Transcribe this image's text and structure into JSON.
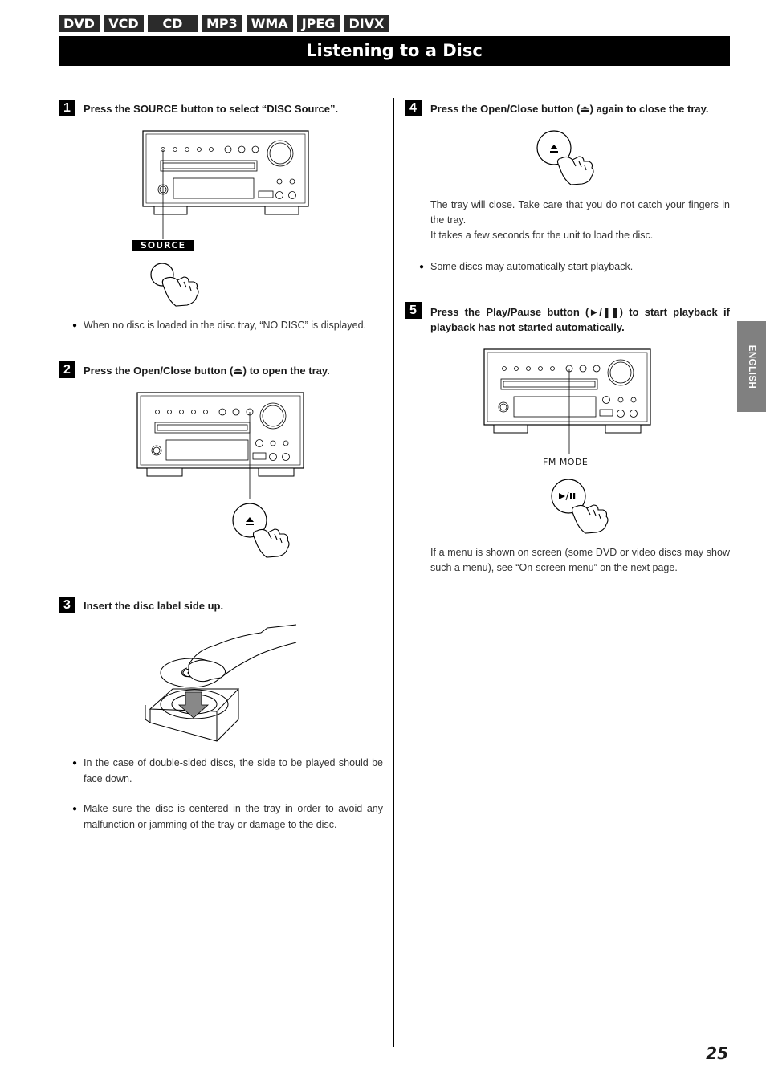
{
  "format_tabs": [
    "DVD",
    "VCD",
    "CD",
    "MP3",
    "WMA",
    "JPEG",
    "DIVX"
  ],
  "title": "Listening to a Disc",
  "steps": [
    {
      "num": "1",
      "text": "Press the SOURCE button to select “DISC Source”."
    },
    {
      "num": "2",
      "text": "Press the Open/Close button (⏏) to open the tray."
    },
    {
      "num": "3",
      "text": "Insert the disc label side up."
    },
    {
      "num": "4",
      "text": "Press the Open/Close button (⏏) again to close the tray."
    },
    {
      "num": "5",
      "text": "Press the Play/Pause button (►/❚❚) to start playback if playback has not started automatically."
    }
  ],
  "step1_bullet": "When no disc is loaded in the disc tray, “NO DISC” is displayed.",
  "source_label": "SOURCE",
  "step3_bullets": [
    "In the case of double-sided discs, the side to be played should be face down.",
    "Make sure the disc is centered in the tray in order to avoid any malfunction or jamming of the tray or damage to the disc."
  ],
  "step4_body_1": "The tray will close. Take care that you do not catch your fingers in the tray.",
  "step4_body_2": "It takes a few seconds for the unit to load the disc.",
  "step4_bullet": "Some discs may automatically start playback.",
  "fm_mode_label": "FM MODE",
  "step5_body": "If a menu is shown on screen (some DVD or video discs may show such a menu), see “On-screen menu” on the next page.",
  "side_tab": "ENGLISH",
  "page_number": "25",
  "icons": [
    "eject-icon",
    "play-pause-icon",
    "hand-press-icon",
    "down-arrow-icon"
  ]
}
